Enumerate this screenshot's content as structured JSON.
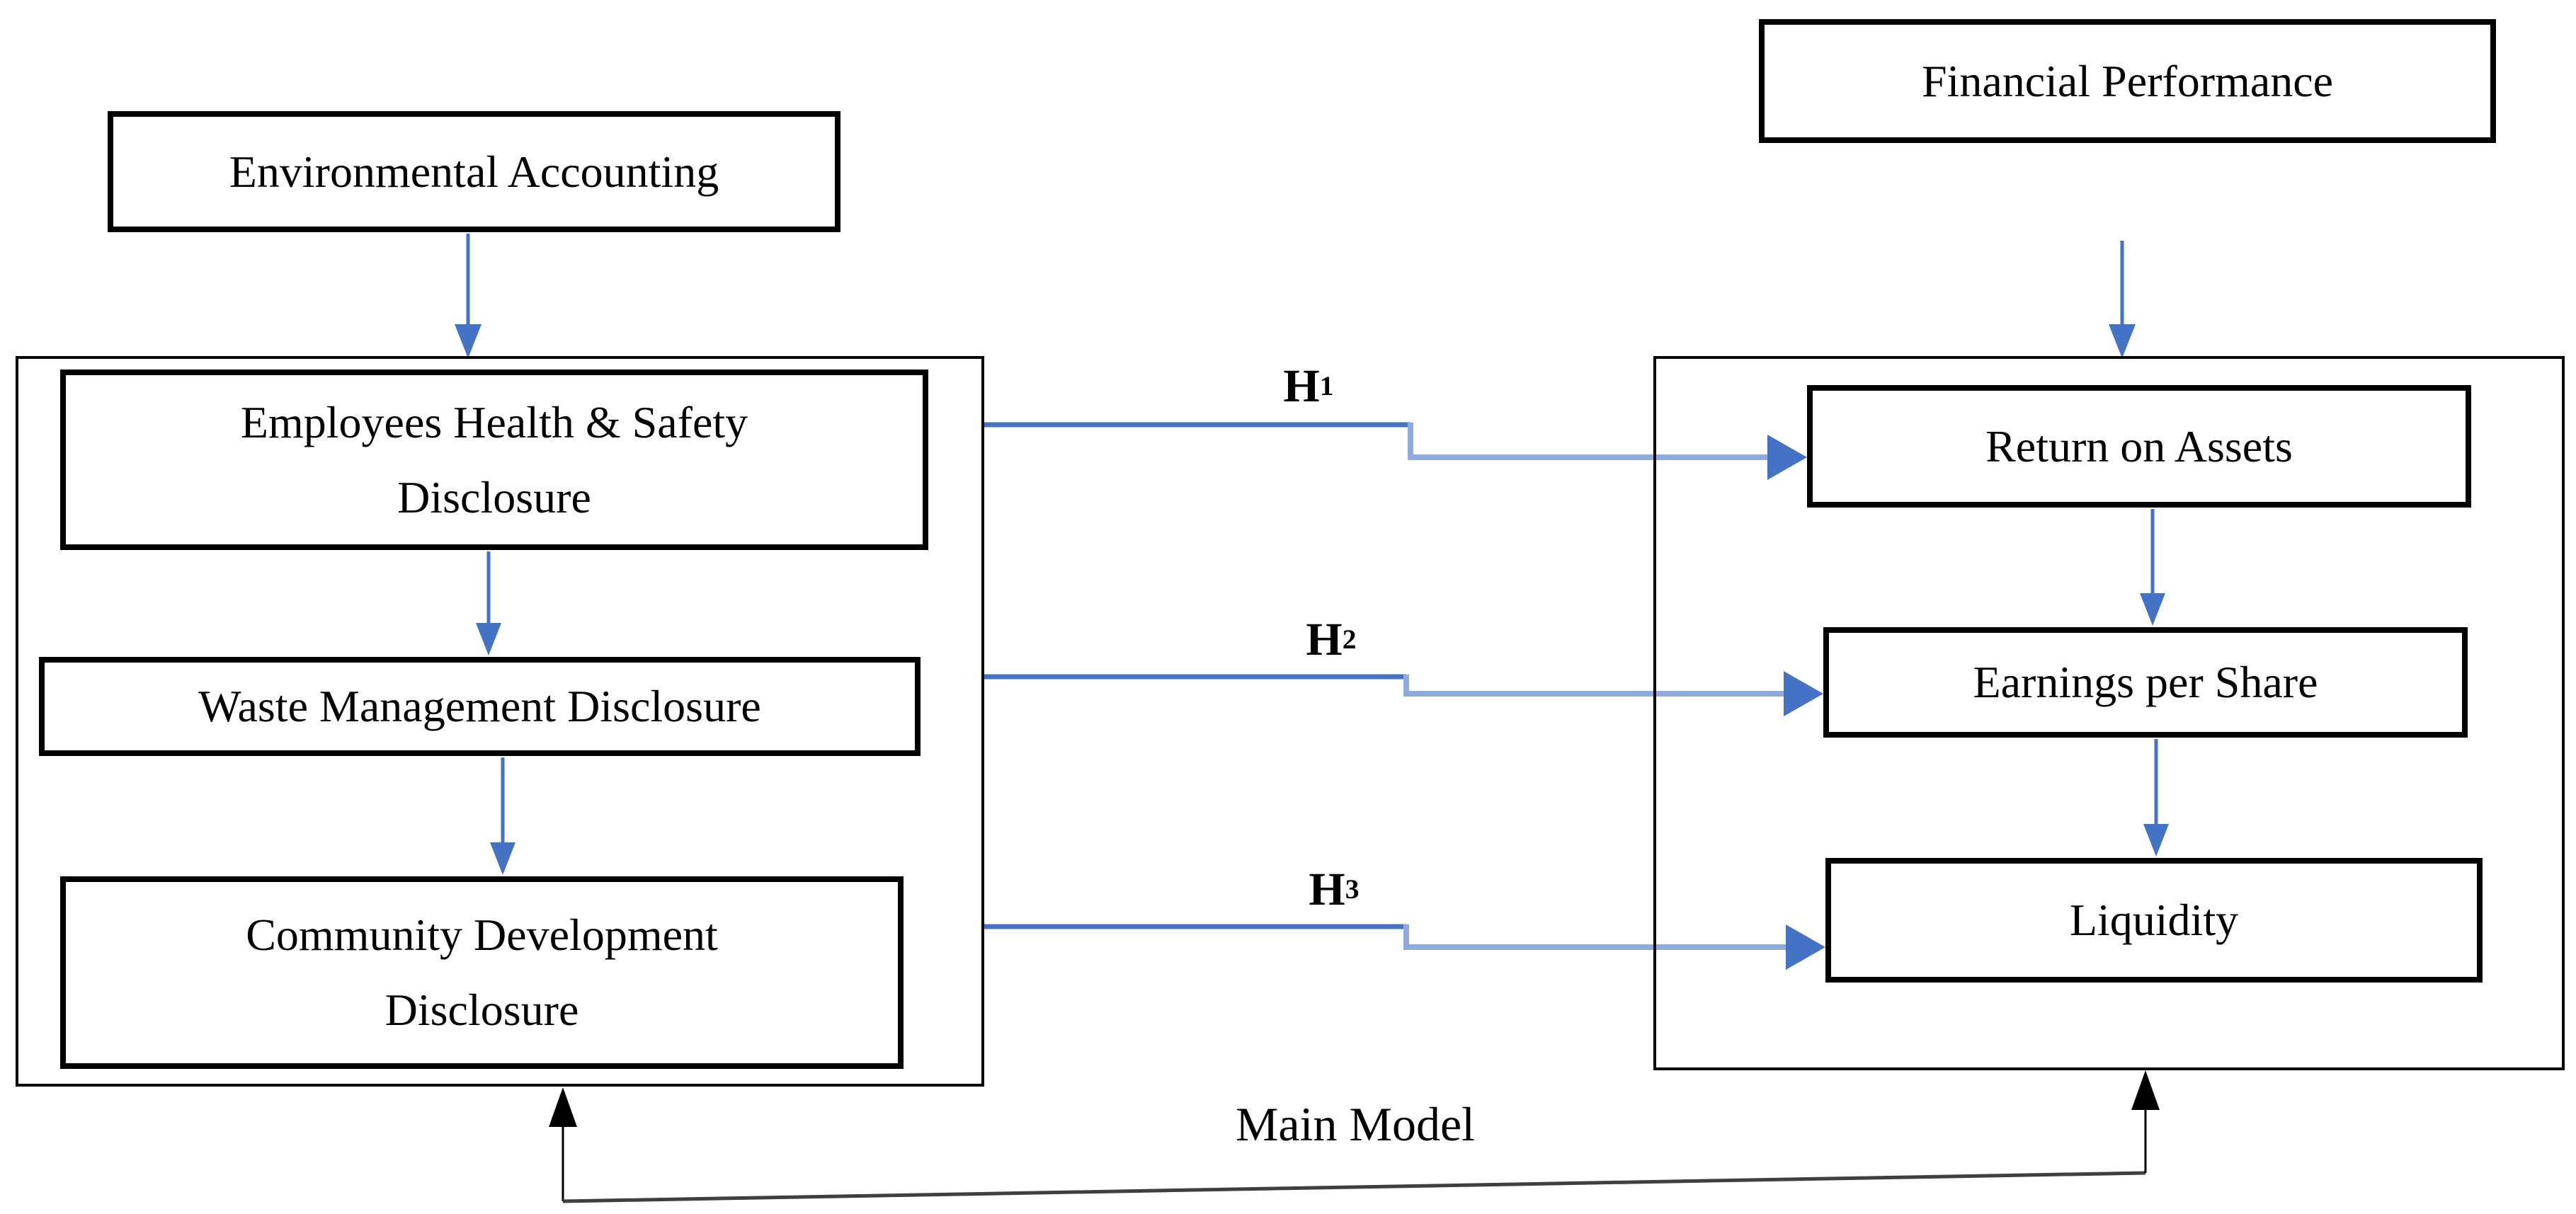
{
  "left_flow": {
    "header": "Environmental Accounting",
    "boxes": [
      {
        "lines": [
          "Employees Health & Safety",
          "Disclosure"
        ]
      },
      {
        "lines": [
          "Waste Management Disclosure"
        ]
      },
      {
        "lines": [
          "Community Development",
          "Disclosure"
        ]
      }
    ]
  },
  "right_flow": {
    "header": "Financial Performance",
    "boxes": [
      {
        "lines": [
          "Return on Assets"
        ]
      },
      {
        "lines": [
          "Earnings per Share"
        ]
      },
      {
        "lines": [
          "Liquidity"
        ]
      }
    ]
  },
  "hypothesis_labels": [
    {
      "base": "H",
      "sub": "1"
    },
    {
      "base": "H",
      "sub": "2"
    },
    {
      "base": "H",
      "sub": "3"
    }
  ],
  "footer": {
    "label": "Main Model"
  },
  "colors": {
    "arrow_blue": "#4472c4",
    "arrow_blue_light": "#8faadc",
    "line_black": "#000000",
    "slant_gray": "#3f3f3f"
  }
}
